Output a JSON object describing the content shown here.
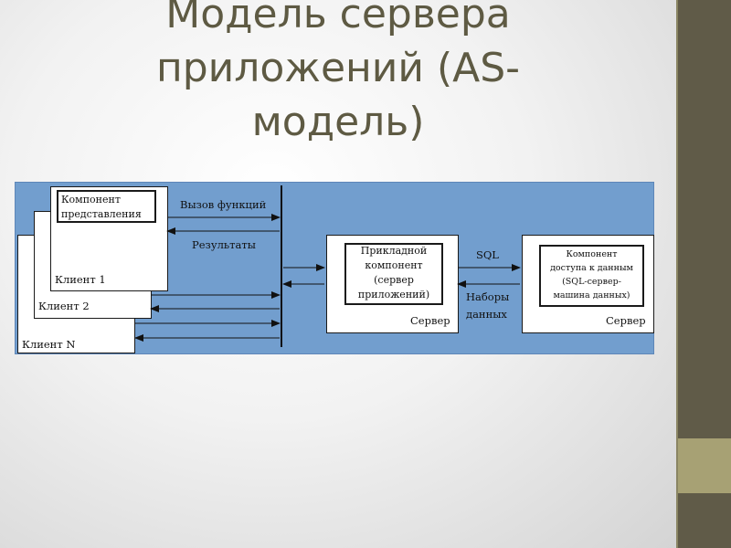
{
  "slide": {
    "title": "Модель сервера приложений (AS-модель)"
  },
  "diagram": {
    "clients": {
      "client_n": "Клиент N",
      "client_2": "Клиент 2",
      "client_1": "Клиент 1",
      "component_label": "Компонент представления"
    },
    "arrows": {
      "call_functions": "Вызов функций",
      "results": "Результаты",
      "sql": "SQL",
      "datasets": "Наборы данных"
    },
    "app_server": {
      "component_line1": "Прикладной",
      "component_line2": "компонент",
      "component_line3": "(сервер",
      "component_line4": "приложений)",
      "server_label": "Сервер"
    },
    "db_server": {
      "component_line1": "Компонент",
      "component_line2": "доступа к данным",
      "component_line3": "(SQL-сервер-",
      "component_line4": "машина данных)",
      "server_label": "Сервер"
    }
  },
  "theme": {
    "title_color": "#5e5a43",
    "diagram_bg": "#729ece",
    "sidebar_dark": "#605b48",
    "sidebar_light": "#a7a174"
  }
}
